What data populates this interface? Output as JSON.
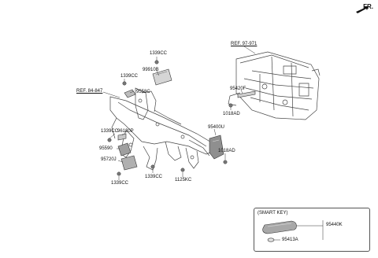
{
  "direction": "FR.",
  "labels": {
    "p1339cc_top": "1339CC",
    "p99910b": "99910B",
    "p1339cc_mid": "1339CC",
    "ref_84_847": "REF. 84-847",
    "p9558c": "9558C",
    "ref_97_971": "REF. 97-971",
    "p95420f": "95420F",
    "p1018ad_top": "1018AD",
    "p1339cc_left": "1339CC",
    "p96120p": "96120P",
    "p95400u": "95400U",
    "p95590": "95590",
    "p1018ad_right": "1018AD",
    "p95720j": "95720J",
    "p1339cc_bot": "1339CC",
    "p1339cc_bot2": "1339CC",
    "p1125kc": "1125KC"
  },
  "smart_key": {
    "title": "(SMART KEY)",
    "p95440k": "95440K",
    "p95413a": "95413A"
  },
  "colors": {
    "line": "#333333",
    "part_fill": "#d8d8d8",
    "dark": "#555555"
  }
}
